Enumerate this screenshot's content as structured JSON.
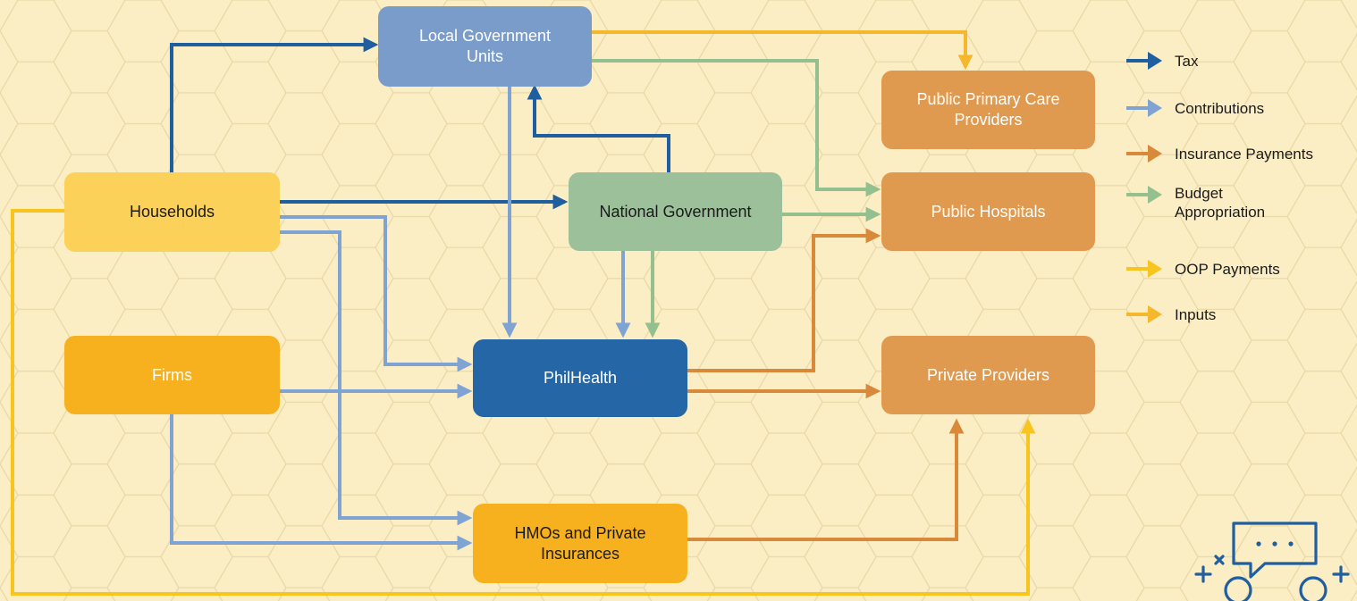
{
  "colors": {
    "background": "#fbedc4",
    "pattern": "#ead9a7",
    "tax": "#1f5fa0",
    "contributions": "#7fa3d2",
    "insurance": "#d9893a",
    "budget": "#93c08e",
    "oop": "#f7c51e",
    "inputs": "#f5b82c"
  },
  "nodes": {
    "lgu": "Local Government Units",
    "primary_care": "Public Primary Care Providers",
    "households": "Households",
    "national": "National Government",
    "hospitals": "Public Hospitals",
    "firms": "Firms",
    "philhealth": "PhilHealth",
    "private_providers": "Private Providers",
    "hmos": "HMOs and Private Insurances"
  },
  "legend": [
    {
      "label": "Tax",
      "color": "#1f5fa0"
    },
    {
      "label": "Contributions",
      "color": "#7fa3d2"
    },
    {
      "label": "Insurance Payments",
      "color": "#d9893a"
    },
    {
      "label": "Budget Appropriation",
      "color": "#93c08e"
    },
    {
      "label": "OOP Payments",
      "color": "#f7c51e"
    },
    {
      "label": "Inputs",
      "color": "#f5b82c"
    }
  ],
  "icons": {
    "corner": "chat-discussion-icon"
  }
}
